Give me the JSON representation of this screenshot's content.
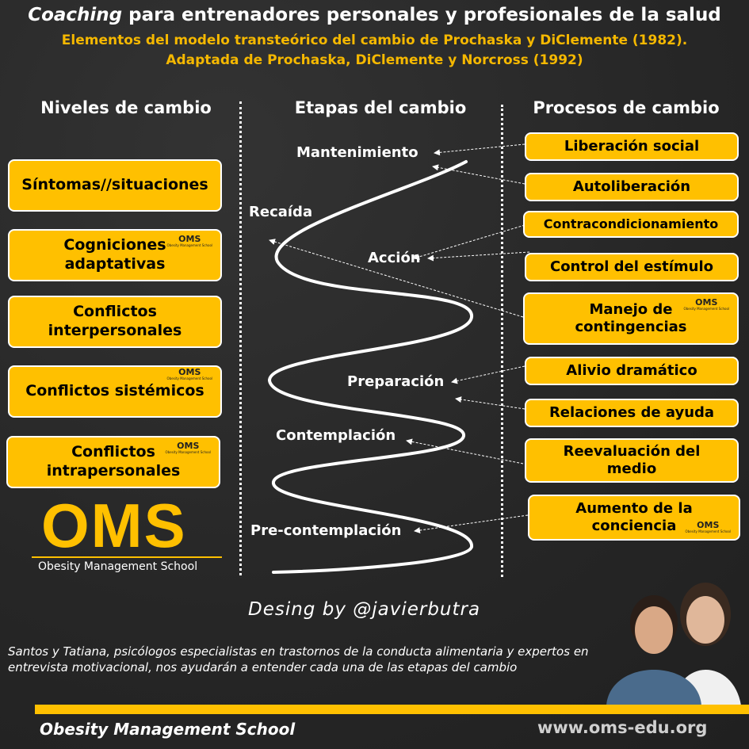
{
  "title": {
    "italic_part": "Coaching",
    "rest": " para entrenadores personales y profesionales de la salud"
  },
  "subtitle_line1": "Elementos del modelo transteórico del cambio de Prochaska y DiClemente (1982).",
  "subtitle_line2": "Adaptada de Prochaska, DiClemente y Norcross (1992)",
  "columns": {
    "levels": "Niveles de cambio",
    "stages": "Etapas del cambio",
    "processes": "Procesos de cambio"
  },
  "levels": [
    "Síntomas//situaciones",
    "Cogniciones adaptativas",
    "Conflictos interpersonales",
    "Conflictos sistémicos",
    "Conflictos intrapersonales"
  ],
  "stages": {
    "maintenance": "Mantenimiento",
    "relapse": "Recaída",
    "action": "Acción",
    "preparation": "Preparación",
    "contemplation": "Contemplación",
    "precontemplation": "Pre-contemplación"
  },
  "processes": [
    "Liberación social",
    "Autoliberación",
    "Contracondicionamiento",
    "Control del estímulo",
    "Manejo de contingencias",
    "Alivio dramático",
    "Relaciones de ayuda",
    "Reevaluación del medio",
    "Aumento de la conciencia"
  ],
  "mini_logo": {
    "text": "OMS",
    "sub": "Obesity Management School"
  },
  "logo": {
    "text": "OMS",
    "sub": "Obesity Management School"
  },
  "design_credit": "Desing by @javierbutra",
  "description": "Santos y Tatiana, psicólogos especialistas en trastornos de la conducta alimentaria y expertos en entrevista motivacional, nos ayudarán a entender cada una de las etapas del cambio",
  "footer": {
    "left": "Obesity Management School",
    "right": "www.oms-edu.org"
  },
  "colors": {
    "accent": "#ffc000",
    "subtitle": "#f5b800",
    "background": "#2b2b2b"
  }
}
